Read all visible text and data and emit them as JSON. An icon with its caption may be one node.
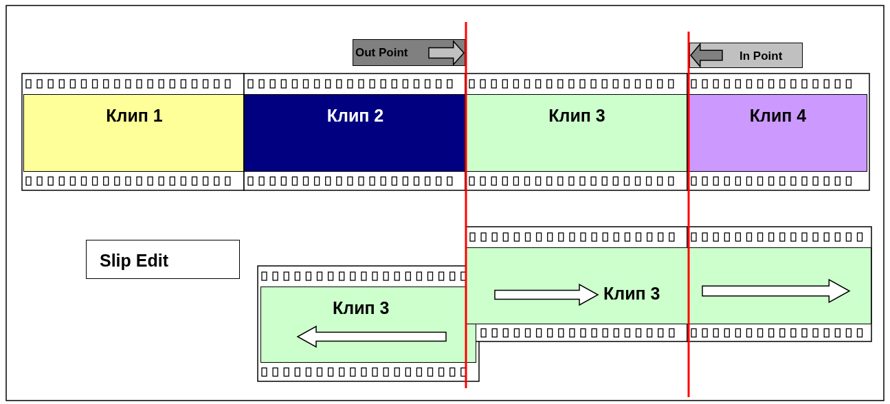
{
  "diagram": {
    "nodes": [
      {
        "text": [
          "Out Point"
        ]
      },
      {
        "text": [
          "In Point"
        ]
      },
      {
        "text": [
          "Клип 1"
        ]
      },
      {
        "text": [
          "Клип 2"
        ]
      },
      {
        "text": [
          "Клип 3"
        ]
      },
      {
        "text": [
          "Клип 4"
        ]
      },
      {
        "text": [
          "Slip Edit"
        ]
      },
      {
        "text": [
          "Клип 3"
        ]
      },
      {
        "text": [
          "Клип 3"
        ]
      }
    ]
  }
}
